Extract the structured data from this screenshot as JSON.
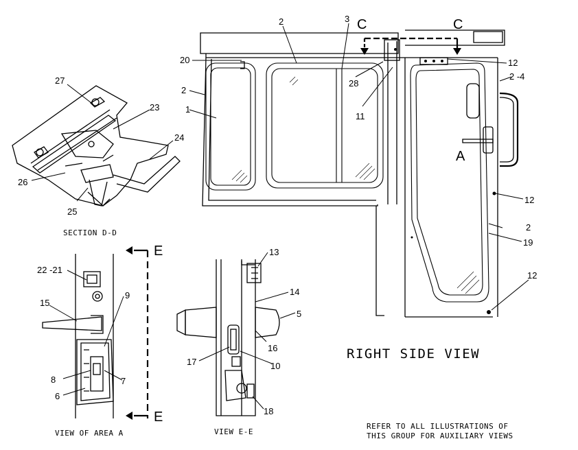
{
  "section_d_d": {
    "caption": "SECTION D-D",
    "callouts": [
      "27",
      "23",
      "24",
      "26",
      "25"
    ]
  },
  "right_side_view": {
    "title": "RIGHT SIDE VIEW",
    "callouts": [
      "2",
      "3",
      "20",
      "2",
      "1",
      "28",
      "11",
      "12",
      "2 -4",
      "A",
      "12",
      "2",
      "19",
      "12",
      "5"
    ],
    "section_marks": [
      "C",
      "C"
    ]
  },
  "view_of_area_a": {
    "caption": "VIEW OF AREA A",
    "callouts": [
      "22 -21",
      "15",
      "9",
      "8",
      "7",
      "6"
    ],
    "section_marks": [
      "E",
      "E"
    ]
  },
  "view_e_e": {
    "caption": "VIEW E-E",
    "callouts": [
      "13",
      "14",
      "16",
      "17",
      "10",
      "18"
    ]
  },
  "note": {
    "line1": "REFER TO ALL ILLUSTRATIONS OF",
    "line2": "THIS GROUP FOR AUXILIARY VIEWS"
  }
}
